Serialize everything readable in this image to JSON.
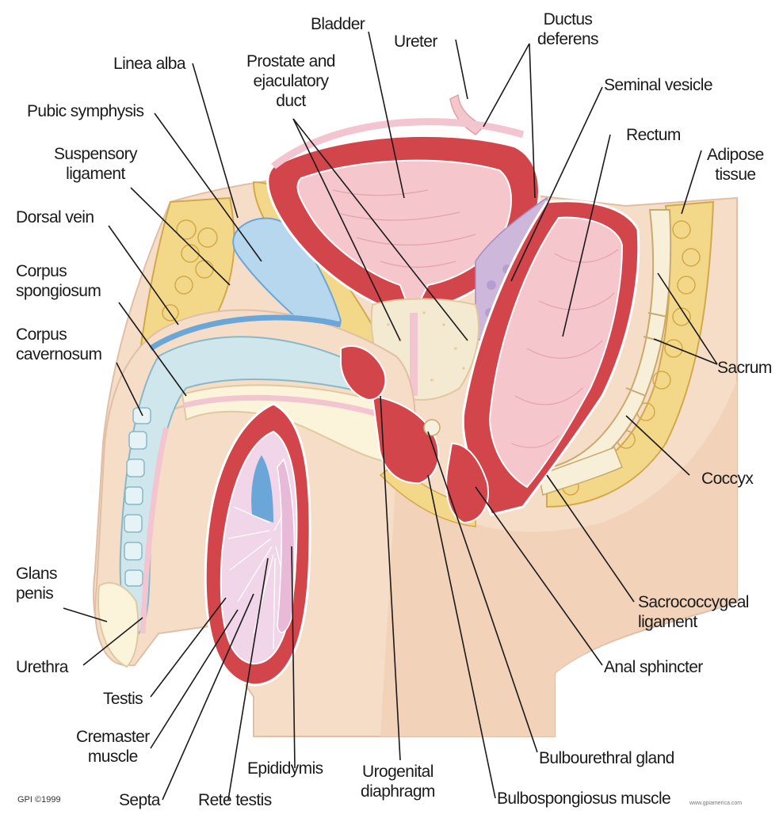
{
  "labels": {
    "bladder": "Bladder",
    "ureter": "Ureter",
    "ductus_deferens": "Ductus\ndeferens",
    "linea_alba": "Linea alba",
    "prostate": "Prostate and\nejaculatory\nduct",
    "seminal_vesicle": "Seminal vesicle",
    "pubic_symphysis": "Pubic symphysis",
    "rectum": "Rectum",
    "adipose_tissue": "Adipose\ntissue",
    "suspensory_ligament": "Suspensory\nligament",
    "dorsal_vein": "Dorsal vein",
    "corpus_spongiosum": "Corpus\nspongiosum",
    "corpus_cavernosum": "Corpus\ncavernosum",
    "sacrum": "Sacrum",
    "coccyx": "Coccyx",
    "glans_penis": "Glans\npenis",
    "sacrococcygeal_ligament": "Sacrococcygeal\nligament",
    "urethra": "Urethra",
    "anal_sphincter": "Anal sphincter",
    "testis": "Testis",
    "cremaster_muscle": "Cremaster\nmuscle",
    "epididymis": "Epididymis",
    "urogenital_diaphragm": "Urogenital\ndiaphragm",
    "bulbourethral_gland": "Bulbourethral gland",
    "septa": "Septa",
    "rete_testis": "Rete testis",
    "bulbospongiosus_muscle": "Bulbospongiosus muscle"
  },
  "credit": "GPI ©1999",
  "watermark": "www.gpiamerica.com",
  "colors": {
    "skin": "#f5ddc8",
    "fat": "#f4d88a",
    "fat_cell_stroke": "#d2a94a",
    "muscle": "#d2464b",
    "mucosa": "#f5c6cc",
    "bone": "#f8efd8",
    "cartilage": "#b7d7ee",
    "vein": "#6aa6d8",
    "prostate": "#f4ead2",
    "vesicle": "#cdb8dc",
    "corpus": "#cfe6ec"
  }
}
